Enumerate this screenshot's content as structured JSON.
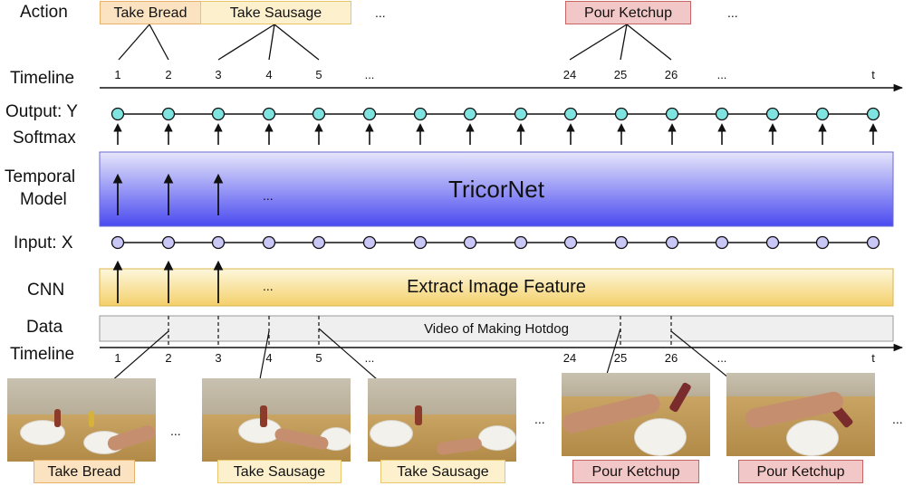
{
  "row_labels": {
    "action": "Action",
    "timeline_top": "Timeline",
    "output": "Output: Y",
    "softmax": "Softmax",
    "temporal_1": "Temporal",
    "temporal_2": "Model",
    "input": "Input: X",
    "cnn": "CNN",
    "data": "Data",
    "timeline_bottom": "Timeline"
  },
  "actions": {
    "take_bread": "Take Bread",
    "take_sausage": "Take Sausage",
    "pour_ketchup": "Pour Ketchup",
    "dots": "..."
  },
  "ticks": [
    "1",
    "2",
    "3",
    "4",
    "5",
    "...",
    "24",
    "25",
    "26",
    "...",
    "t"
  ],
  "bands": {
    "temporal_model": "TricorNet",
    "cnn": "Extract Image Feature",
    "data": "Video of Making Hotdog",
    "dots": "..."
  },
  "frames": [
    {
      "caption": "Take Bread"
    },
    {
      "caption": "Take Sausage"
    },
    {
      "caption": "Take Sausage"
    },
    {
      "caption": "Pour Ketchup"
    },
    {
      "caption": "Pour Ketchup"
    }
  ],
  "frame_dots": "...",
  "colors": {
    "node_output": "#7fe3e0",
    "node_input": "#c9c7f5",
    "temporal_top": "#e4e4fb",
    "temporal_bottom": "#4d4df0",
    "cnn_top": "#fdf6d8",
    "cnn_bottom": "#f5d36e",
    "data_fill": "#efefef",
    "bread": "#fbe3c2",
    "sausage": "#fdf1cd",
    "ketchup": "#f2c7c7"
  }
}
